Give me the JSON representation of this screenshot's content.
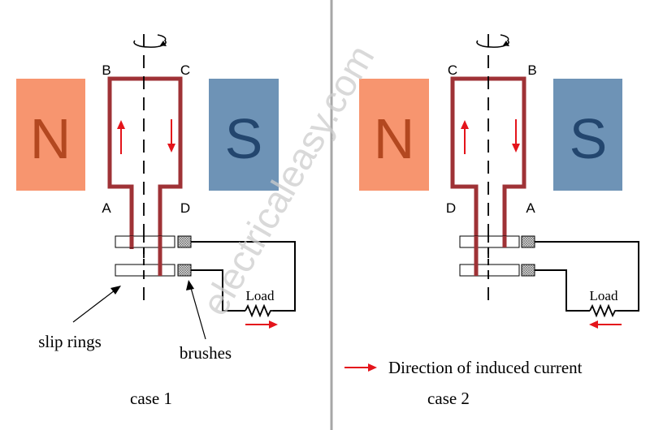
{
  "colors": {
    "background": "#ffffff",
    "north_pole": "#f7956f",
    "north_text": "#b34820",
    "south_pole": "#6e93b6",
    "south_text": "#23466e",
    "coil": "#9f3236",
    "current_arrow": "#e4141b",
    "divider": "#a7a7a7",
    "wire": "#000000",
    "watermark": "#cccccc"
  },
  "watermark": "electricaleasy.com",
  "case1": {
    "north_label": "N",
    "south_label": "S",
    "corner_top_left": "B",
    "corner_top_right": "C",
    "corner_bottom_left": "A",
    "corner_bottom_right": "D",
    "load_label": "Load",
    "slip_rings_label": "slip rings",
    "brushes_label": "brushes",
    "caption": "case 1"
  },
  "case2": {
    "north_label": "N",
    "south_label": "S",
    "corner_top_left": "C",
    "corner_top_right": "B",
    "corner_bottom_left": "D",
    "corner_bottom_right": "A",
    "load_label": "Load",
    "caption": "case 2"
  },
  "legend": {
    "text": "Direction of induced current"
  }
}
